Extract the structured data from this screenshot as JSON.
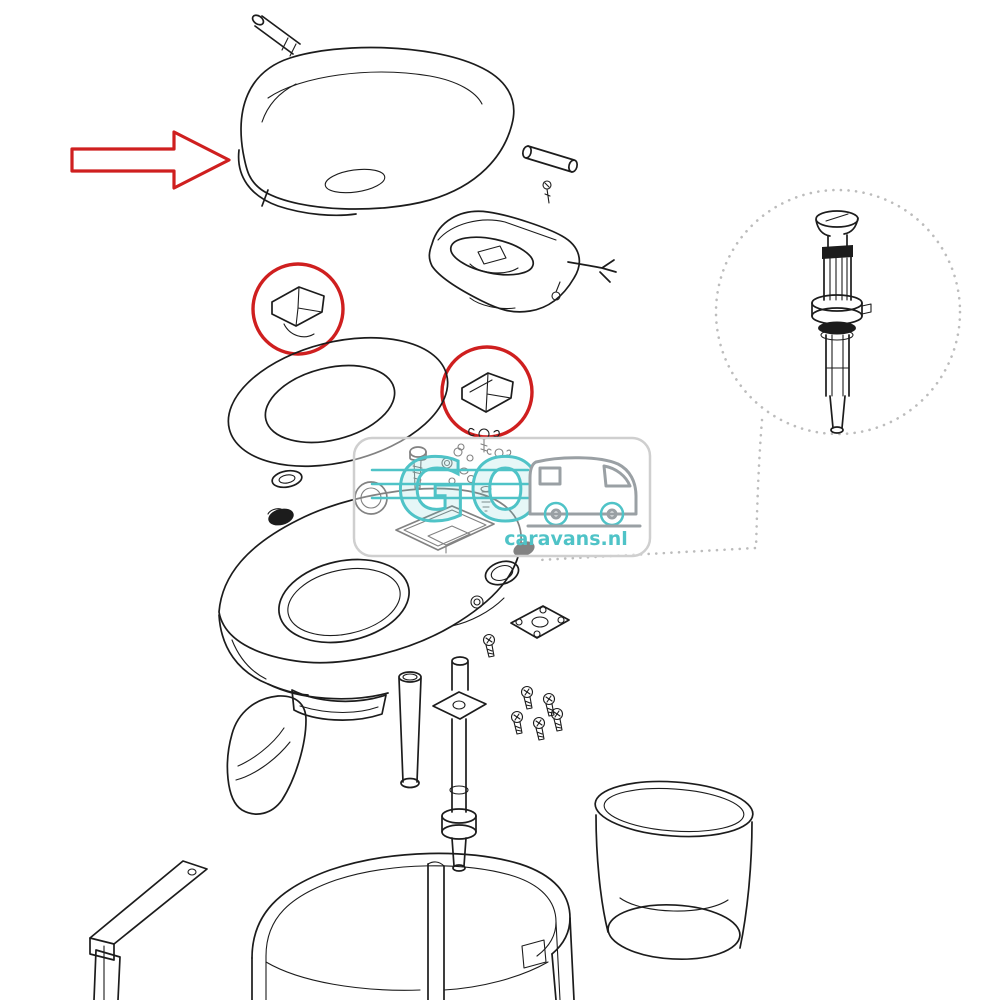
{
  "diagram": {
    "watermark": {
      "logo_text": "GO",
      "site_text": "caravans.nl"
    },
    "colors": {
      "line": "#1c1c1c",
      "highlight": "#cf1f1f",
      "dotted": "#bcbcbc",
      "accent": "#4fc3c7",
      "artgray": "#9aa0a4"
    },
    "parts": [
      {
        "name": "seat-lid"
      },
      {
        "name": "hinge-pin"
      },
      {
        "name": "flush-tank"
      },
      {
        "name": "hinge-cover-left"
      },
      {
        "name": "hinge-cover-right"
      },
      {
        "name": "seat-ring"
      },
      {
        "name": "fastener-set"
      },
      {
        "name": "toilet-body"
      },
      {
        "name": "flange-gasket"
      },
      {
        "name": "screw-set"
      },
      {
        "name": "drain-tube"
      },
      {
        "name": "pump-shaft"
      },
      {
        "name": "support-wedge"
      },
      {
        "name": "waste-funnel"
      },
      {
        "name": "mounting-bracket"
      },
      {
        "name": "base-housing"
      },
      {
        "name": "valve-assembly-detail"
      }
    ]
  }
}
